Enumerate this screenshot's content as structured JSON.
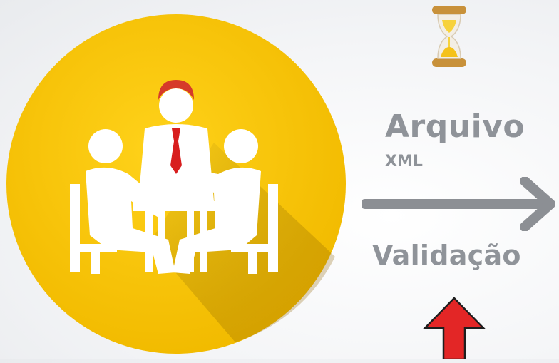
{
  "diagram": {
    "title": "Arquivo",
    "subtitle": "XML",
    "caption": "Validação"
  },
  "icons": {
    "meeting": "meeting-people-icon",
    "hourglass": "hourglass-icon",
    "flow_arrow": "arrow-right-icon",
    "indicator_arrow": "arrow-up-icon"
  },
  "colors": {
    "circle": "#f7c600",
    "label": "#8f9399",
    "arrow": "#8c8f94",
    "red_arrow": "#e32626",
    "tie": "#d81e1e",
    "hair": "#d63a2a"
  }
}
